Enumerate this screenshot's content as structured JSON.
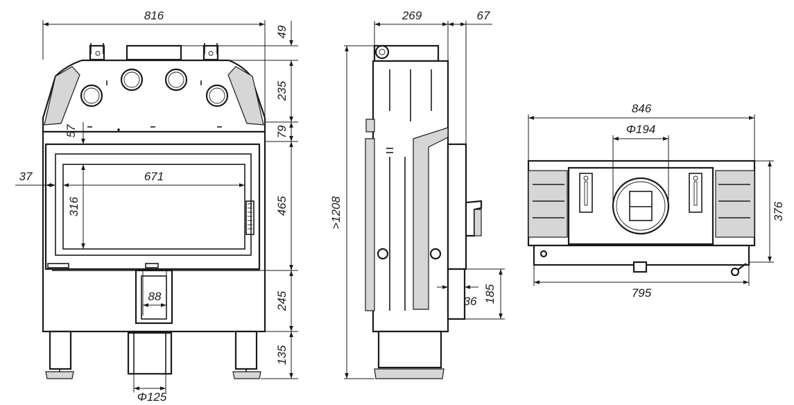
{
  "front_view": {
    "total_width": "816",
    "top_gap": "49",
    "hood_height": "235",
    "band_height": "79",
    "door_height": "465",
    "lower_height": "245",
    "leg_height": "135",
    "glass_margin_top": "57",
    "glass_margin_left": "37",
    "glass_width": "671",
    "glass_height": "316",
    "air_inlet_width": "88",
    "air_duct_diameter": "Φ125"
  },
  "side_view": {
    "total_height": ">1208",
    "depth": "269",
    "handle_offset": "67",
    "handle_height": "185",
    "handle_depth": "36"
  },
  "top_view": {
    "total_width": "846",
    "flue_diameter": "Φ194",
    "depth": "376",
    "base_width": "795"
  }
}
